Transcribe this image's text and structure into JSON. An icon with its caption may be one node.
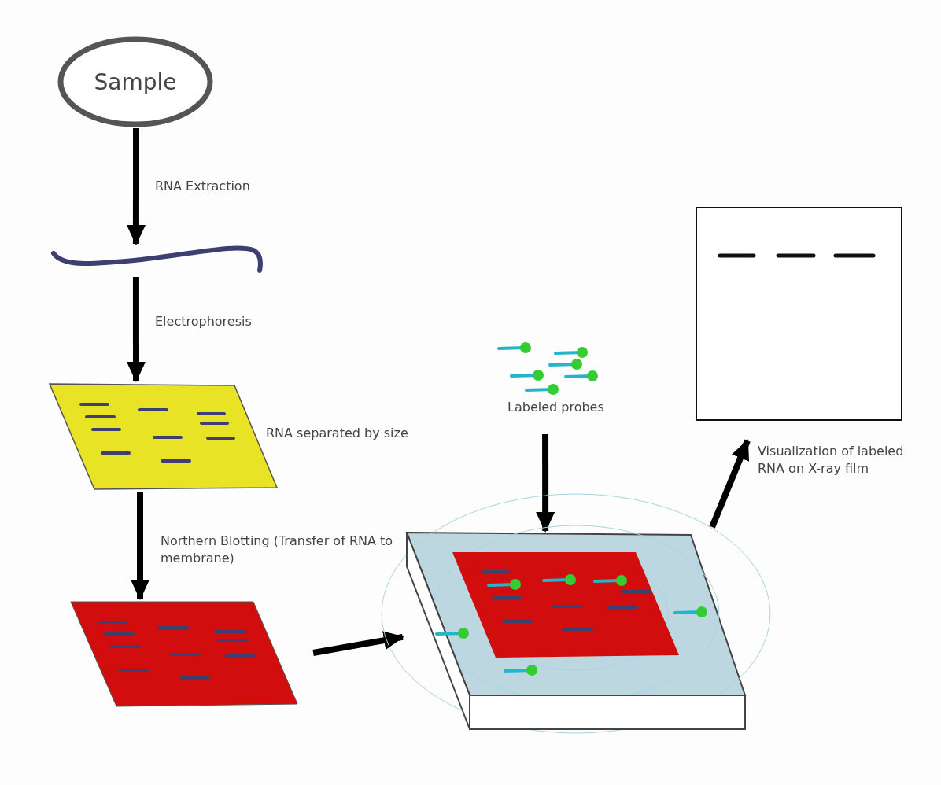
{
  "diagram": {
    "nodes": [
      {
        "text": [
          "Sample"
        ]
      },
      {
        "text": [],
        "shape": "picture"
      },
      {
        "text": [],
        "shape": "picture",
        "beside": [
          "RNA separated by size"
        ]
      },
      {
        "text": [],
        "shape": "picture"
      },
      {
        "text": [],
        "shape": "picture"
      },
      {
        "text": [],
        "shape": "picture",
        "beside": [
          "Labeled probes"
        ]
      },
      {
        "text": [],
        "shape": "picture"
      }
    ],
    "edges": [
      {
        "from": 0,
        "to": 1,
        "arrow": "to",
        "label": "RNA Extraction"
      },
      {
        "from": 1,
        "to": 2,
        "arrow": "to",
        "label": "Electrophoresis"
      },
      {
        "from": 2,
        "to": 3,
        "arrow": "to",
        "label": "Northern Blotting (Transfer of RNA to membrane)"
      },
      {
        "from": 3,
        "to": 4,
        "arrow": "to"
      },
      {
        "from": 5,
        "to": 4,
        "arrow": "to"
      },
      {
        "from": 4,
        "to": 6,
        "arrow": "to",
        "label": "Visualization of labeled RNA on X-ray film"
      }
    ]
  }
}
